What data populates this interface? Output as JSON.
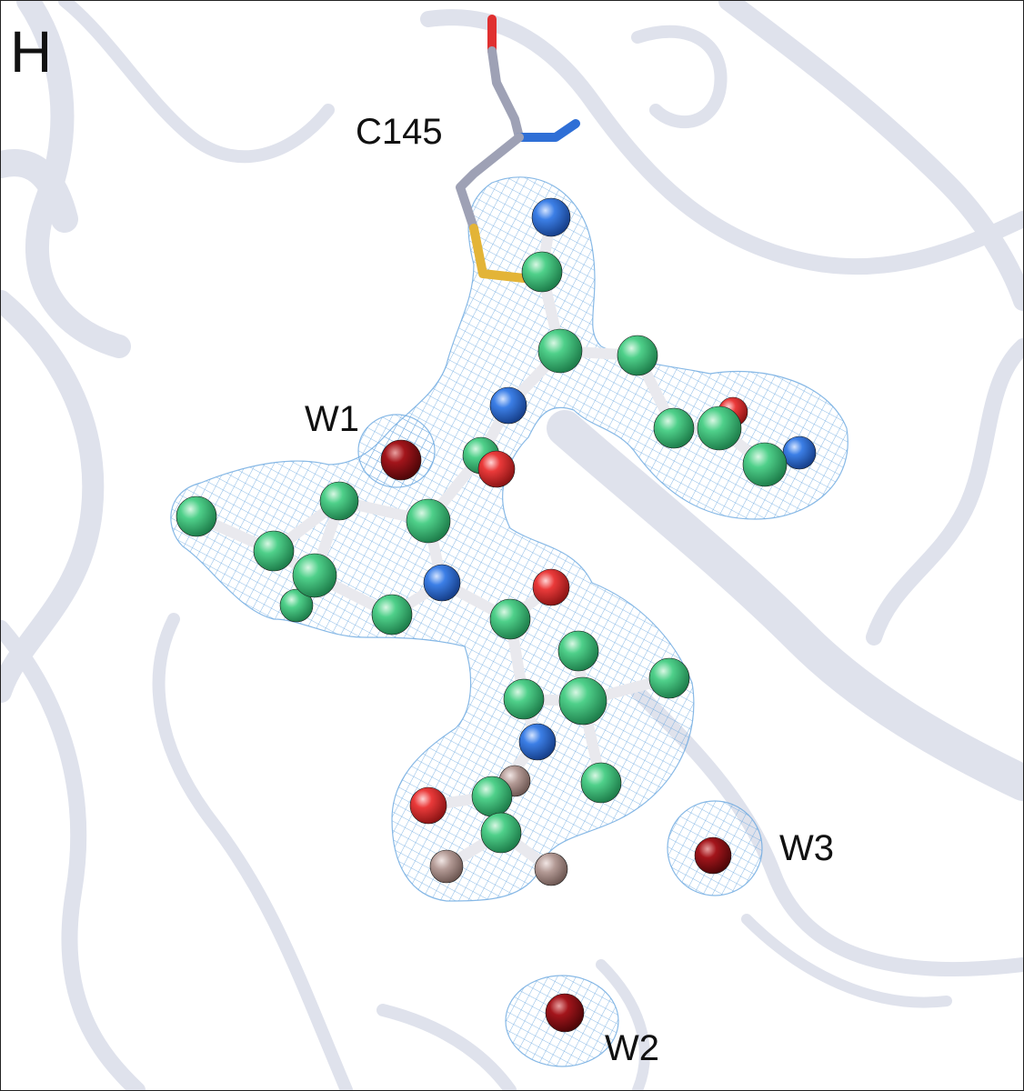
{
  "panel_label": "H",
  "residue_label": "C145",
  "water_labels": {
    "w1": "W1",
    "w2": "W2",
    "w3": "W3"
  },
  "colors": {
    "carbon": "#3cc47a",
    "nitrogen": "#2f6fd6",
    "oxygen": "#e03030",
    "water": "#a3151b",
    "halogen": "#b39a95",
    "sulfur": "#e3b437",
    "protein_ribbon": "#dfe2ec",
    "density_mesh": "#6aa8e0",
    "bond": "#e9e9ee"
  }
}
